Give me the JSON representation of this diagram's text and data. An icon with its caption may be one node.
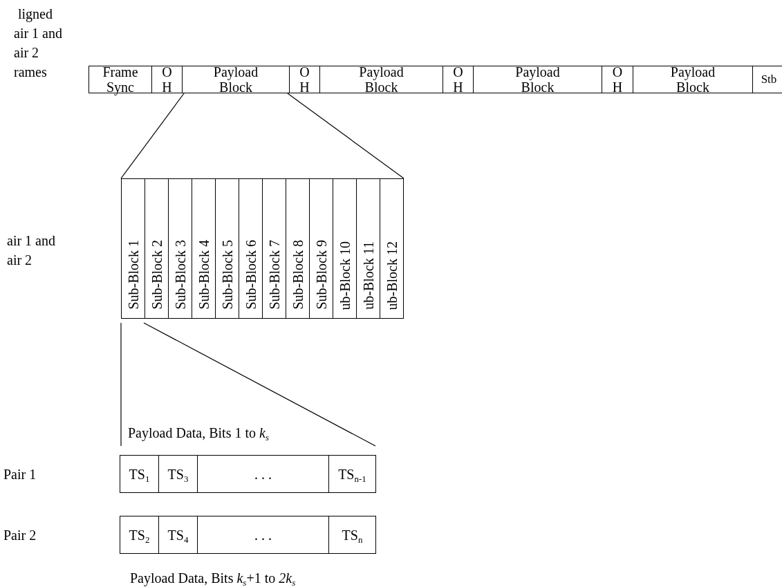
{
  "diagram": {
    "nodes": [
      {
        "text": [
          "Frame Sync"
        ]
      },
      {
        "text": [
          "O H"
        ]
      },
      {
        "text": [
          "Payload Block"
        ]
      },
      {
        "text": [
          "O H"
        ]
      },
      {
        "text": [
          "Payload Block"
        ]
      },
      {
        "text": [
          "O H"
        ]
      },
      {
        "text": [
          "Payload Block"
        ]
      },
      {
        "text": [
          "O H"
        ]
      },
      {
        "text": [
          "Payload Block"
        ]
      },
      {
        "text": [
          "Stb"
        ]
      },
      {
        "text": [
          "Sub-Block 1"
        ]
      },
      {
        "text": [
          "Sub-Block 2"
        ]
      },
      {
        "text": [
          "Sub-Block 3"
        ]
      },
      {
        "text": [
          "Sub-Block 4"
        ]
      },
      {
        "text": [
          "Sub-Block 5"
        ]
      },
      {
        "text": [
          "Sub-Block 6"
        ]
      },
      {
        "text": [
          "Sub-Block 7"
        ]
      },
      {
        "text": [
          "Sub-Block 8"
        ]
      },
      {
        "text": [
          "Sub-Block 9"
        ]
      },
      {
        "text": [
          "ub-Block 10"
        ]
      },
      {
        "text": [
          "ub-Block 11"
        ]
      },
      {
        "text": [
          "ub-Block 12"
        ]
      },
      {
        "text": [
          "TS$_{1}$"
        ]
      },
      {
        "text": [
          "TS$_{3}$"
        ]
      },
      {
        "text": [
          ". . ."
        ]
      },
      {
        "text": [
          "TS$_{n-1}$"
        ]
      },
      {
        "text": [
          "TS$_{2}$"
        ]
      },
      {
        "text": [
          "TS$_{4}$"
        ]
      },
      {
        "text": [
          ". . ."
        ]
      },
      {
        "text": [
          "TS$_{n}$"
        ]
      }
    ],
    "edges": [
      {
        "from": 2,
        "to": 10,
        "arrow": "none"
      },
      {
        "from": 2,
        "to": 21,
        "arrow": "none"
      }
    ],
    "labels": [
      "ligned air 1 and air 2 rames",
      "air 1 and air 2",
      "Payload Data, Bits 1 to *k*$_{s}$",
      "Pair 1",
      "Pair 2",
      "Payload Data, Bits *k*$_{s}$+1 to *2k*$_{s}$"
    ]
  }
}
